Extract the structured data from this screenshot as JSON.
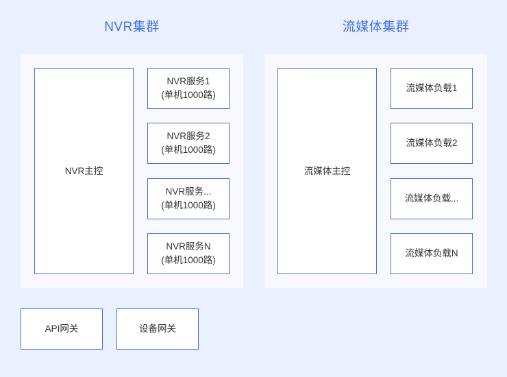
{
  "diagram": {
    "colors": {
      "page_background": "#eaf0fd",
      "panel_background": "#f7f9fe",
      "box_background": "#ffffff",
      "box_border": "#4a72c8",
      "title_text": "#4571e3",
      "box_text": "#333333"
    },
    "clusters": [
      {
        "title": "NVR集群",
        "master": {
          "label": "NVR主控"
        },
        "services": [
          {
            "line1": "NVR服务1",
            "line2": "(单机1000路)"
          },
          {
            "line1": "NVR服务2",
            "line2": "(单机1000路)"
          },
          {
            "line1": "NVR服务...",
            "line2": "(单机1000路)"
          },
          {
            "line1": "NVR服务N",
            "line2": "(单机1000路)"
          }
        ]
      },
      {
        "title": "流媒体集群",
        "master": {
          "label": "流媒体主控"
        },
        "services": [
          {
            "line1": "流媒体负载1",
            "line2": ""
          },
          {
            "line1": "流媒体负载2",
            "line2": ""
          },
          {
            "line1": "流媒体负载...",
            "line2": ""
          },
          {
            "line1": "流媒体负载N",
            "line2": ""
          }
        ]
      }
    ],
    "gateways": [
      {
        "label": "API网关"
      },
      {
        "label": "设备网关"
      }
    ]
  }
}
